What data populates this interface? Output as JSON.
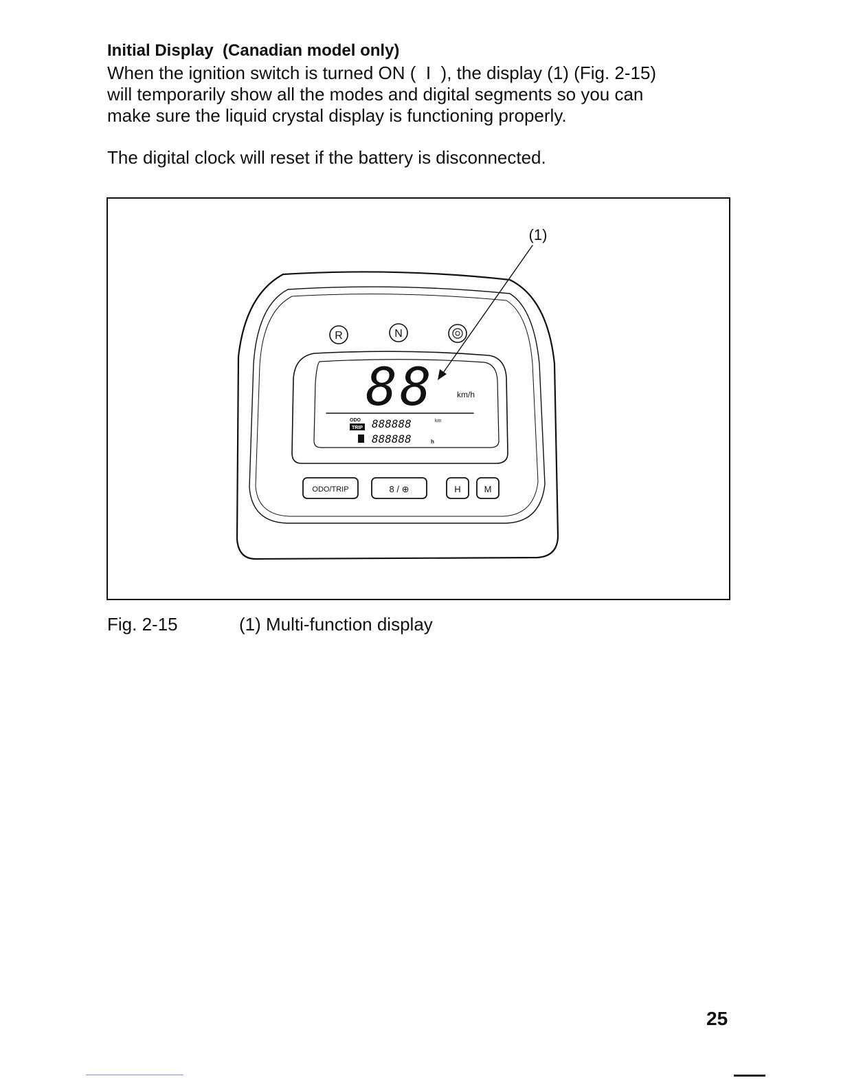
{
  "heading": "Initial Display  (Canadian model only)",
  "paragraph1_lines": [
    "When the ignition switch is turned ON (  I  ), the display (1) (Fig. 2-15)",
    "will temporarily show all the modes and digital segments so you can",
    "make sure the liquid crystal display is functioning properly."
  ],
  "paragraph2": "The digital clock will reset if the battery is disconnected.",
  "figure": {
    "callout": "(1)",
    "indicators": [
      "R",
      "N"
    ],
    "speed_digits": "88",
    "speed_unit": "km/h",
    "odo_label": "ODO",
    "trip_label": "TRIP",
    "odometer_digits": "888888",
    "odometer_unit": "km",
    "hour_meter_digits": "888888",
    "hour_meter_unit": "h",
    "buttons": {
      "odo_trip": "ODO/TRIP",
      "hour_clock": "8 / ⊕",
      "hour": "H",
      "minute": "M"
    }
  },
  "caption": {
    "number": "Fig. 2-15",
    "text": "(1) Multi-function display"
  },
  "page_number": "25"
}
